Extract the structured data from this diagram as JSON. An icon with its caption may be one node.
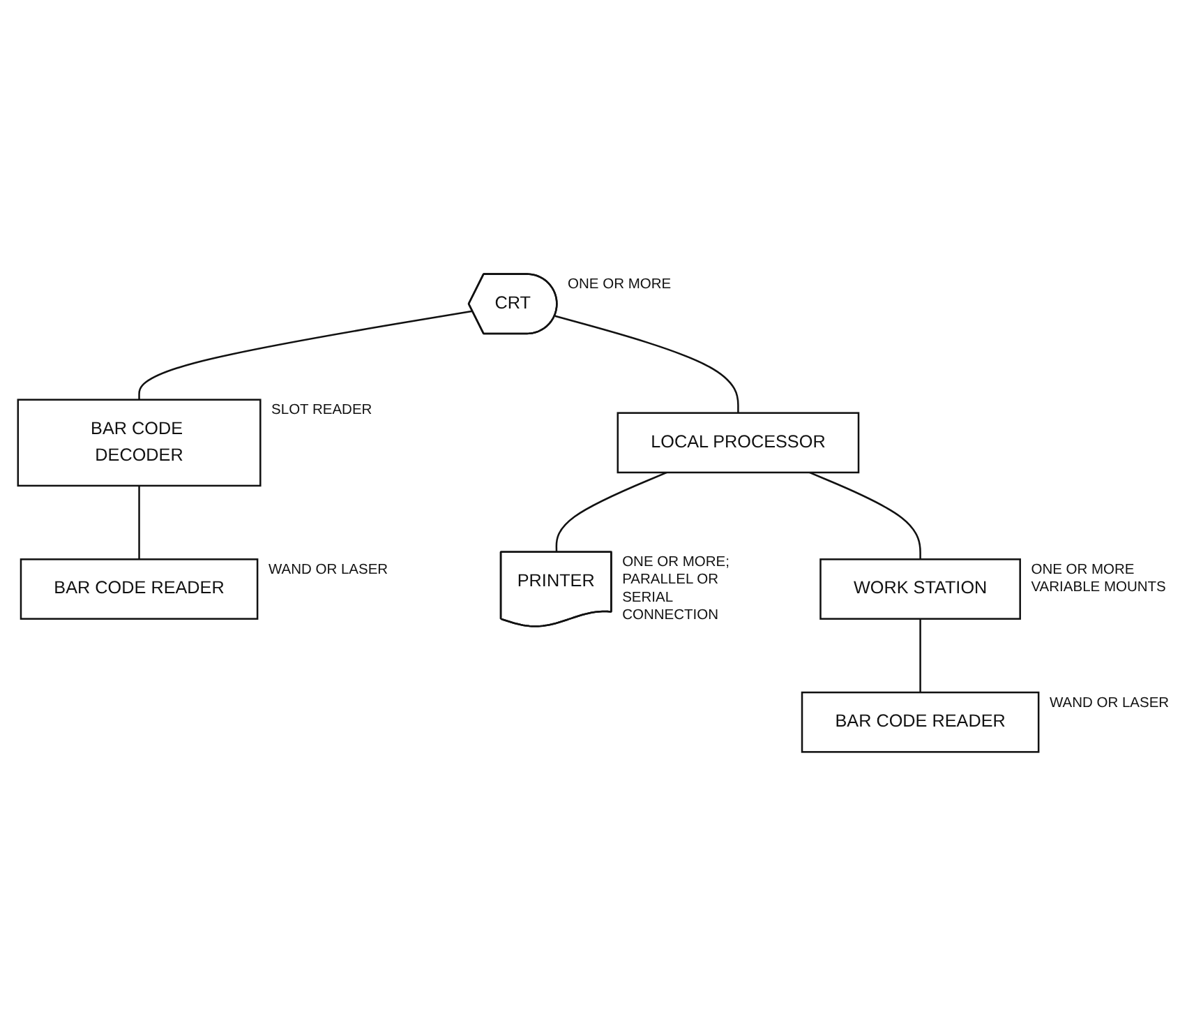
{
  "diagram": {
    "nodes": [
      {
        "text": [
          "CRT"
        ],
        "beside": [
          "ONE OR MORE"
        ]
      },
      {
        "text": [
          "BAR CODE DECODER"
        ],
        "beside": [
          "SLOT READER"
        ]
      },
      {
        "text": [
          "BAR CODE READER"
        ],
        "beside": [
          "WAND OR LASER"
        ]
      },
      {
        "text": [
          "LOCAL PROCESSOR"
        ]
      },
      {
        "text": [
          "PRINTER"
        ],
        "beside": [
          "ONE OR MORE; PARALLEL OR SERIAL CONNECTION"
        ]
      },
      {
        "text": [
          "WORK STATION"
        ],
        "beside": [
          "ONE OR MORE VARIABLE MOUNTS"
        ]
      },
      {
        "text": [
          "BAR CODE READER"
        ],
        "beside": [
          "WAND OR LASER"
        ]
      }
    ],
    "edges": [
      {
        "from": 0,
        "to": 1,
        "arrow": "none"
      },
      {
        "from": 1,
        "to": 2,
        "arrow": "none"
      },
      {
        "from": 0,
        "to": 3,
        "arrow": "none"
      },
      {
        "from": 3,
        "to": 4,
        "arrow": "none"
      },
      {
        "from": 3,
        "to": 5,
        "arrow": "none"
      },
      {
        "from": 5,
        "to": 6,
        "arrow": "none"
      }
    ]
  }
}
